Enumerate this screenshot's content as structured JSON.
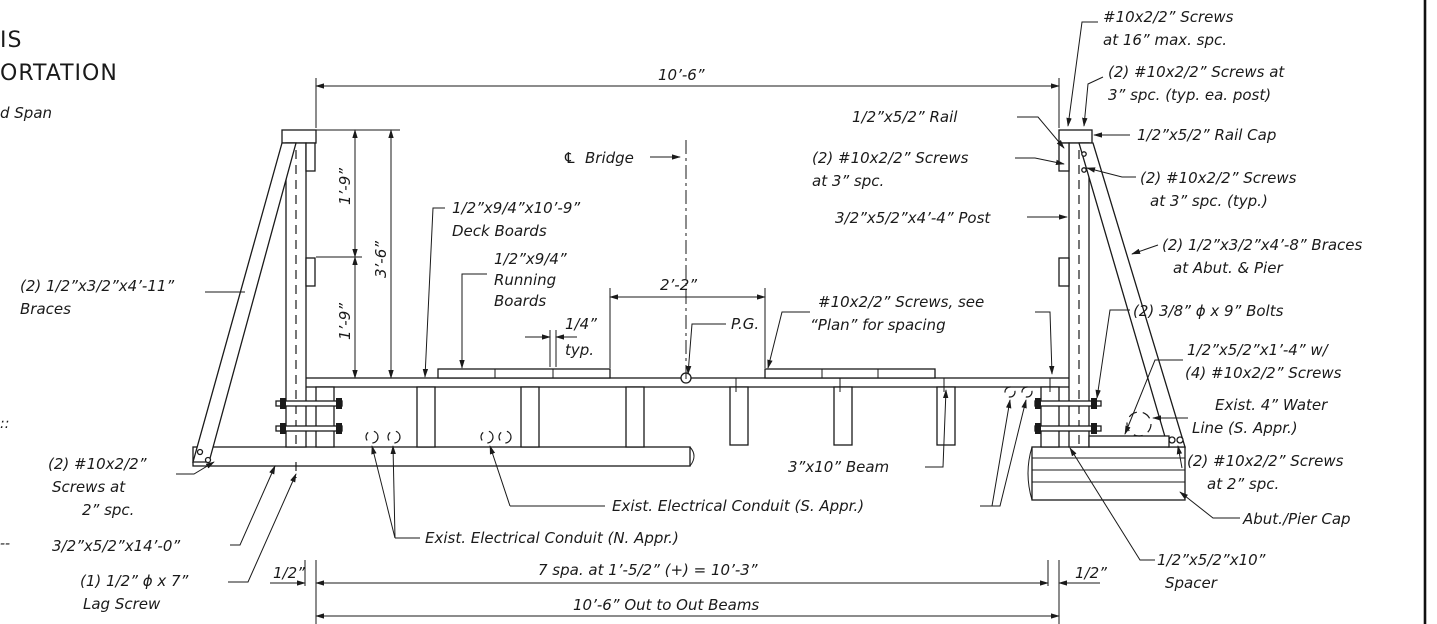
{
  "header": {
    "title_line1": "IS",
    "title_line2": "ORTATION",
    "subtitle": "d Span"
  },
  "dimensions": {
    "overall_top": "10’-6”",
    "dim_1_9_top": "1’-9”",
    "dim_1_9_bottom": "1’-9”",
    "dim_3_6": "3’-6”",
    "dim_2_2": "2’-2”",
    "board_gap": "1/4”",
    "board_gap_typ": "typ.",
    "end_left": "1/2”",
    "end_right": "1/2”",
    "beam_spacing": "7 spa. at 1’-5/2” (+) = 10’-3”",
    "out_to_out": "10’-6” Out to Out Beams"
  },
  "callouts": {
    "screws_16": [
      "#10x2/2” Screws",
      "at 16” max. spc."
    ],
    "screws_3_post": [
      "(2)  #10x2/2” Screws at",
      "3” spc. (typ. ea. post)"
    ],
    "rail": "1/2”x5/2” Rail",
    "rail_cap": "1/2”x5/2” Rail Cap",
    "screws_3_left": [
      "(2)  #10x2/2” Screws",
      "at 3” spc."
    ],
    "screws_3_typ": [
      "(2)  #10x2/2” Screws",
      "at 3” spc. (typ.)"
    ],
    "centerline": "Bridge",
    "deck_boards": [
      "1/2”x9/4”x10’-9”",
      "Deck Boards"
    ],
    "running_boards": [
      "1/2”x9/4”",
      "Running",
      "Boards"
    ],
    "post": "3/2”x5/2”x4’-4” Post",
    "braces_right": [
      "(2)  1/2”x3/2”x4’-8” Braces",
      "at Abut. & Pier"
    ],
    "braces_left": [
      "(2)  1/2”x3/2”x4’-11”",
      "Braces"
    ],
    "pg": "P.G.",
    "screws_plan": [
      "#10x2/2” Screws, see",
      "“Plan” for spacing"
    ],
    "bolts": "(2)  3/8” ϕ x 9” Bolts",
    "block": [
      "1/2”x5/2”x1’-4” w/",
      "(4)  #10x2/2” Screws"
    ],
    "water_line": [
      "Exist. 4” Water",
      "Line (S. Appr.)"
    ],
    "screws_2_right": [
      "(2)  #10x2/2” Screws",
      "at 2” spc."
    ],
    "abut_cap": "Abut./Pier Cap",
    "screws_2_left": [
      "(2)  #10x2/2”",
      "Screws at",
      "2” spc."
    ],
    "beam": "3”x10” Beam",
    "conduit_s": "Exist. Electrical Conduit (S. Appr.)",
    "conduit_n": "Exist. Electrical Conduit (N. Appr.)",
    "sill": "3/2”x5/2”x14’-0”",
    "lag_screw": [
      "(1)  1/2” ϕ x 7”",
      "Lag Screw"
    ],
    "spacer": [
      "1/2”x5/2”x10”",
      "Spacer"
    ]
  },
  "colors": {
    "ink": "#1a1a1a",
    "paper": "#ffffff"
  }
}
